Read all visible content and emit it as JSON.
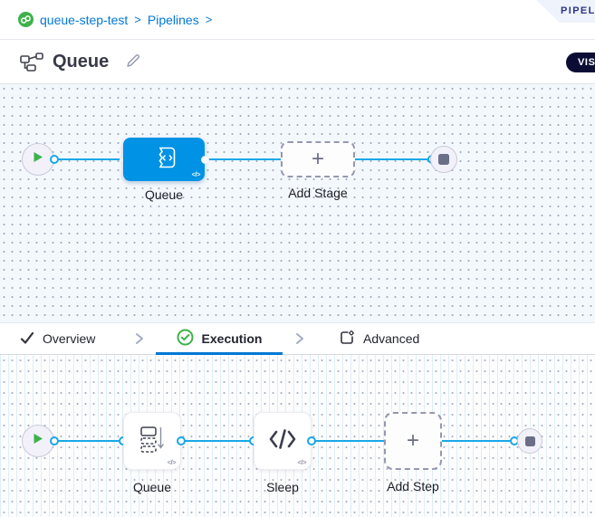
{
  "breadcrumb": {
    "items": [
      "queue-step-test",
      "Pipelines"
    ],
    "separator": ">"
  },
  "ribbon": {
    "label": "PIPELINE STUDIO"
  },
  "header": {
    "title": "Queue",
    "view_toggle_label": "VISUAL"
  },
  "tabs": [
    {
      "label": "Overview",
      "state": "complete"
    },
    {
      "label": "Execution",
      "state": "active"
    },
    {
      "label": "Advanced",
      "state": "default"
    }
  ],
  "stage_canvas": {
    "stage_label": "Queue",
    "add_label": "Add Stage",
    "plus_glyph": "+",
    "code_glyph": "</>"
  },
  "execution_canvas": {
    "step1_label": "Queue",
    "step2_label": "Sleep",
    "add_label": "Add Step",
    "plus_glyph": "+",
    "code_glyph": "</>"
  },
  "colors": {
    "link_blue": "#0278d5",
    "stage_blue": "#0092e4",
    "flow_line": "#18a8e8",
    "success_green": "#3eb24a",
    "navy_pill": "#0b0d35",
    "canvas_tint": "#f3f8fd"
  }
}
